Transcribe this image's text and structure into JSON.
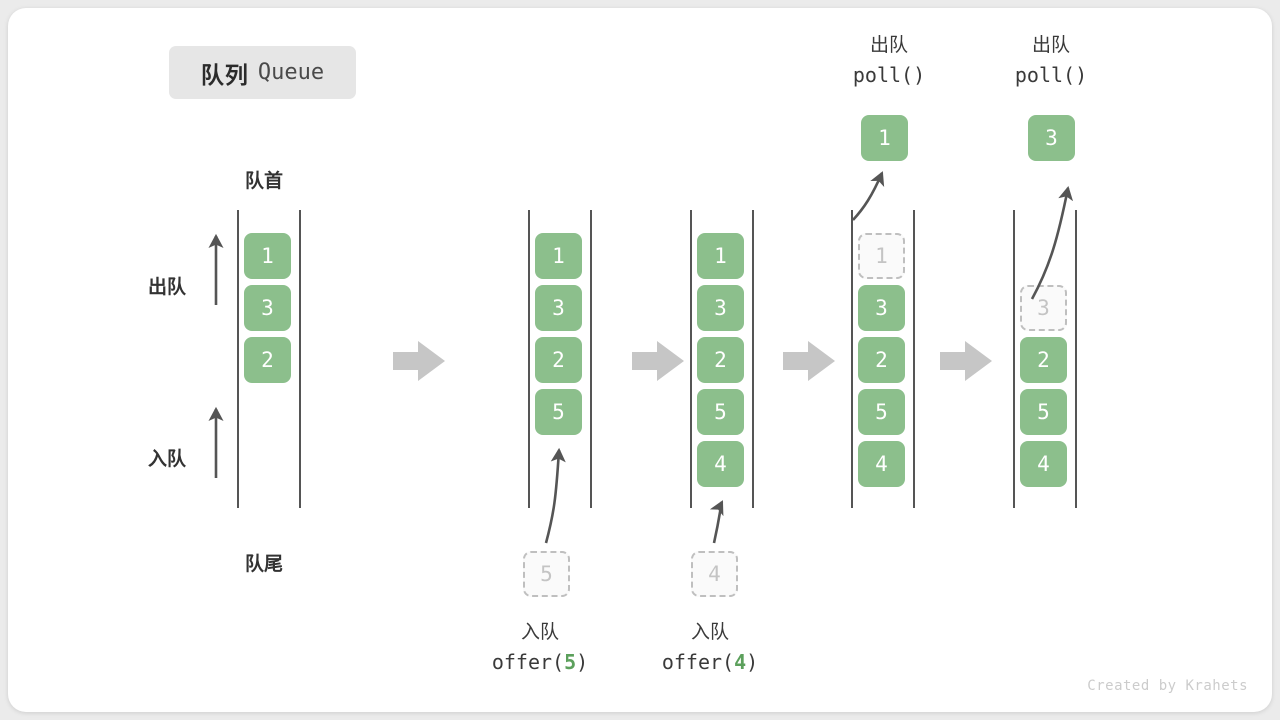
{
  "title": {
    "cn": "队列",
    "en": "Queue"
  },
  "labels": {
    "head": "队首",
    "tail": "队尾",
    "dequeue": "出队",
    "enqueue": "入队"
  },
  "colors": {
    "cell_fill": "#8cbf8c",
    "cell_text": "#ffffff",
    "ghost_border": "#bfbfbf",
    "ghost_text": "#c4c4c4",
    "rail": "#555555",
    "separator_arrow": "#c6c6c6",
    "accent_green": "#5ca05c",
    "card_bg": "#ffffff",
    "page_bg": "#ebebeb",
    "title_pill_bg": "#e6e6e6"
  },
  "steps": [
    {
      "id": "initial",
      "top_label": null,
      "cells": [
        {
          "value": "1",
          "state": "filled",
          "slot": 0
        },
        {
          "value": "3",
          "state": "filled",
          "slot": 1
        },
        {
          "value": "2",
          "state": "filled",
          "slot": 2
        }
      ],
      "bottom_ghost": null,
      "popped": null,
      "bottom_label": null
    },
    {
      "id": "offer-5",
      "top_label": null,
      "cells": [
        {
          "value": "1",
          "state": "filled",
          "slot": 0
        },
        {
          "value": "3",
          "state": "filled",
          "slot": 1
        },
        {
          "value": "2",
          "state": "filled",
          "slot": 2
        },
        {
          "value": "5",
          "state": "filled",
          "slot": 3
        }
      ],
      "bottom_ghost": {
        "value": "5"
      },
      "popped": null,
      "bottom_label": {
        "l1": "入队",
        "fn": "offer(",
        "arg": "5",
        "fn_end": ")"
      }
    },
    {
      "id": "offer-4",
      "top_label": null,
      "cells": [
        {
          "value": "1",
          "state": "filled",
          "slot": 0
        },
        {
          "value": "3",
          "state": "filled",
          "slot": 1
        },
        {
          "value": "2",
          "state": "filled",
          "slot": 2
        },
        {
          "value": "5",
          "state": "filled",
          "slot": 3
        },
        {
          "value": "4",
          "state": "filled",
          "slot": 4
        }
      ],
      "bottom_ghost": {
        "value": "4"
      },
      "popped": null,
      "bottom_label": {
        "l1": "入队",
        "fn": "offer(",
        "arg": "4",
        "fn_end": ")"
      }
    },
    {
      "id": "poll-1",
      "top_label": {
        "l1": "出队",
        "l2": "poll()"
      },
      "cells": [
        {
          "value": "1",
          "state": "ghost",
          "slot": 0
        },
        {
          "value": "3",
          "state": "filled",
          "slot": 1
        },
        {
          "value": "2",
          "state": "filled",
          "slot": 2
        },
        {
          "value": "5",
          "state": "filled",
          "slot": 3
        },
        {
          "value": "4",
          "state": "filled",
          "slot": 4
        }
      ],
      "bottom_ghost": null,
      "popped": {
        "value": "1"
      },
      "bottom_label": null
    },
    {
      "id": "poll-3",
      "top_label": {
        "l1": "出队",
        "l2": "poll()"
      },
      "cells": [
        {
          "value": "3",
          "state": "ghost",
          "slot": 1
        },
        {
          "value": "2",
          "state": "filled",
          "slot": 2
        },
        {
          "value": "5",
          "state": "filled",
          "slot": 3
        },
        {
          "value": "4",
          "state": "filled",
          "slot": 4
        }
      ],
      "bottom_ghost": null,
      "popped": {
        "value": "3"
      },
      "bottom_label": null
    }
  ],
  "credit": "Created by Krahets"
}
